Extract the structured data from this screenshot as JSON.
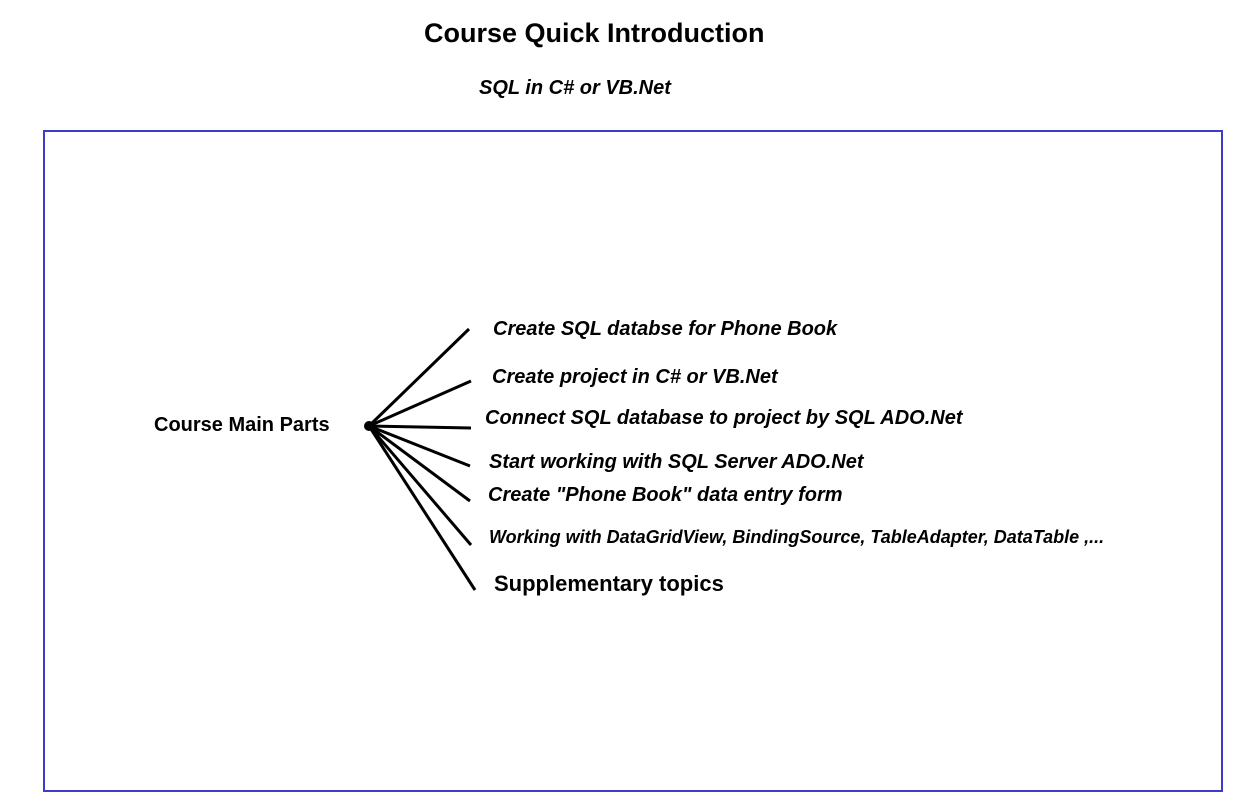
{
  "title": "Course Quick Introduction",
  "subtitle": "SQL in C# or VB.Net",
  "diagram": {
    "root": "Course Main Parts",
    "branches": [
      "Create SQL databse for  Phone Book",
      "Create project in C# or VB.Net",
      "Connect SQL database to project  by SQL ADO.Net",
      "Start working with SQL Server ADO.Net",
      "Create \"Phone Book\" data entry form",
      "Working with DataGridView, BindingSource, TableAdapter, DataTable ,...",
      "Supplementary  topics"
    ]
  },
  "colors": {
    "frame": "#3c3cc8",
    "text": "#000000",
    "background": "#ffffff"
  }
}
